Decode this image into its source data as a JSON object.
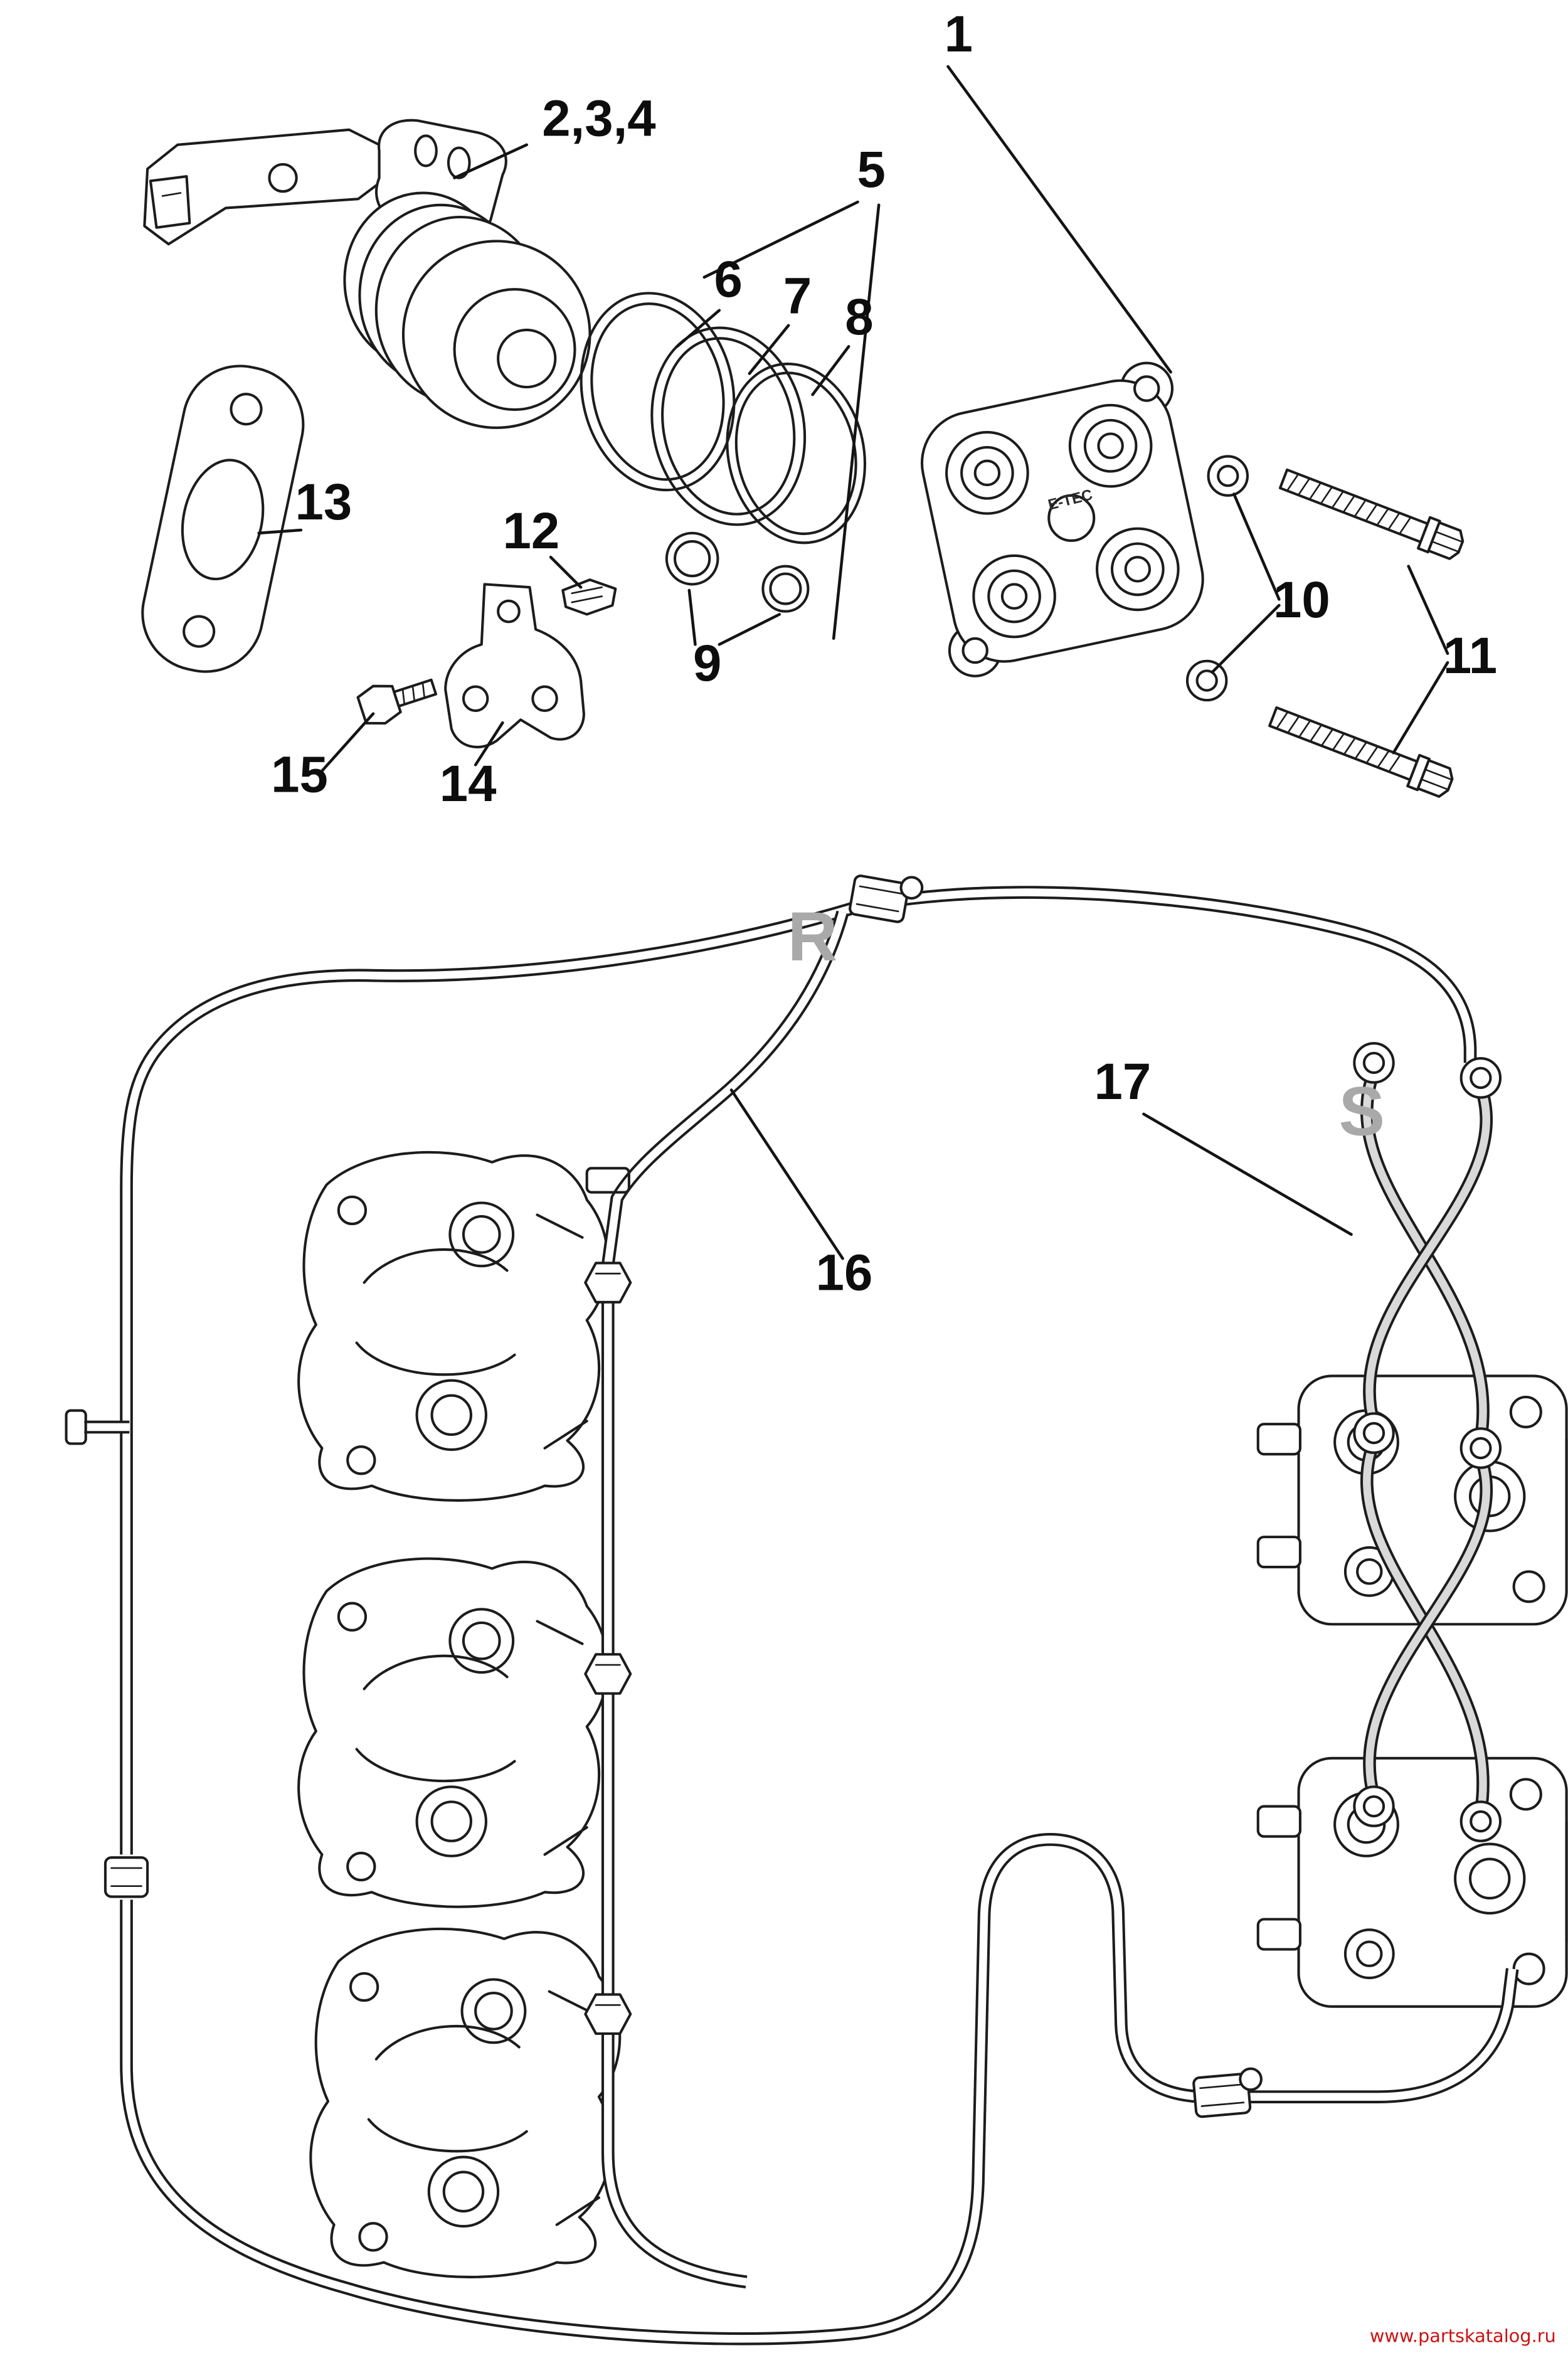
{
  "diagram": {
    "type": "exploded-parts-diagram",
    "colors": {
      "line": "#1c1c1c",
      "callout": "#0d0d0d",
      "port_label": "#a9a9a9",
      "watermark": "#cc1111",
      "supply_hose_shade": "#d9d9d9",
      "background": "#ffffff"
    },
    "part_marking": "E-TEC",
    "port_labels": {
      "return": "R",
      "supply": "S"
    },
    "watermark": {
      "text": "www.partskatalog.ru",
      "color": "#cc1111"
    },
    "callouts": [
      {
        "id": "1",
        "label": "1"
      },
      {
        "id": "2-3-4",
        "label": "2,3,4"
      },
      {
        "id": "5",
        "label": "5"
      },
      {
        "id": "6",
        "label": "6"
      },
      {
        "id": "7",
        "label": "7"
      },
      {
        "id": "8",
        "label": "8"
      },
      {
        "id": "9",
        "label": "9"
      },
      {
        "id": "10",
        "label": "10"
      },
      {
        "id": "11",
        "label": "11"
      },
      {
        "id": "12",
        "label": "12"
      },
      {
        "id": "13",
        "label": "13"
      },
      {
        "id": "14",
        "label": "14"
      },
      {
        "id": "15",
        "label": "15"
      },
      {
        "id": "16",
        "label": "16"
      },
      {
        "id": "17",
        "label": "17"
      }
    ]
  }
}
